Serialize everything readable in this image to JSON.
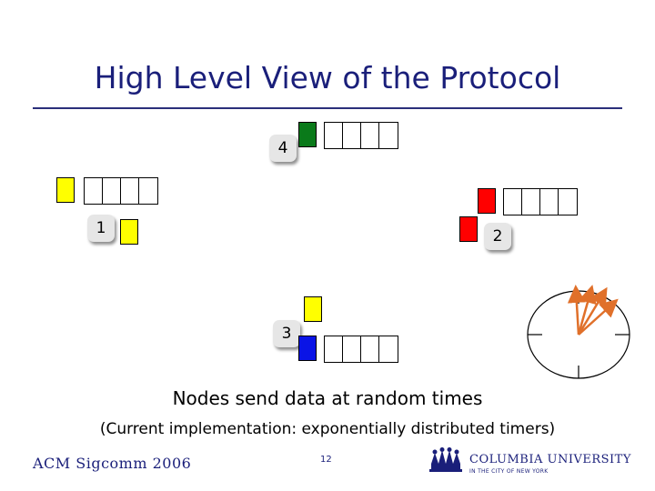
{
  "title": "High Level View of the Protocol",
  "nodes": [
    {
      "id": "n4",
      "label": "4"
    },
    {
      "id": "n1",
      "label": "1"
    },
    {
      "id": "n2",
      "label": "2"
    },
    {
      "id": "n3",
      "label": "3"
    }
  ],
  "colors": {
    "yellow": "#ffff00",
    "green": "#0a7a1a",
    "red": "#ff0000",
    "blue": "#0a14e6",
    "arrow": "#e0702a",
    "title": "#1a1f7a"
  },
  "queue_cells": 4,
  "caption": "Nodes send data at random times",
  "subcaption": "(Current implementation: exponentially distributed timers)",
  "footer": {
    "venue": "ACM Sigcomm 2006",
    "page": "12",
    "logo_line1": "COLUMBIA UNIVERSITY",
    "logo_line2": "IN THE CITY OF NEW YORK"
  },
  "icons": {
    "clock": "clock-icon",
    "crown": "crown-icon"
  }
}
